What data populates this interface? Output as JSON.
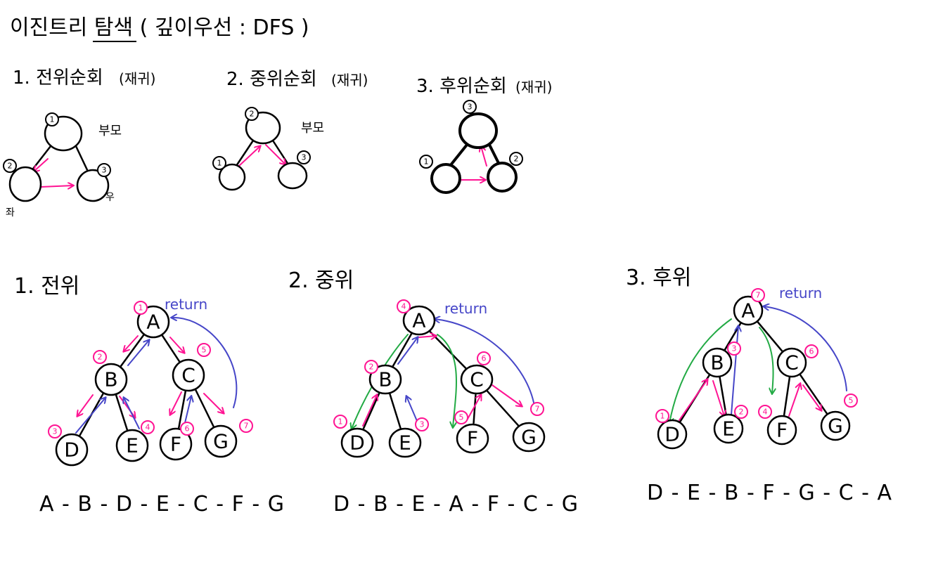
{
  "title": {
    "main": "이진트리 탐색 ( 깊이우선 : DFS )",
    "underlined": "탐색"
  },
  "legend": [
    {
      "heading": "1. 전위순회",
      "paren": "(재귀)",
      "parent_label": "부모",
      "left_label": "좌",
      "right_label": "우",
      "order": [
        "1",
        "2",
        "3"
      ]
    },
    {
      "heading": "2. 중위순회",
      "paren": "(재귀)",
      "parent_label": "부모",
      "order": [
        "2",
        "1",
        "3"
      ]
    },
    {
      "heading": "3. 후위순회",
      "paren": "(재귀)",
      "order": [
        "3",
        "1",
        "2"
      ]
    }
  ],
  "trees": [
    {
      "heading": "1. 전위",
      "return_label": "return",
      "sequence": "A - B - D - E - C - F - G",
      "order": {
        "A": "1",
        "B": "2",
        "D": "3",
        "E": "4",
        "C": "5",
        "F": "6",
        "G": "7"
      }
    },
    {
      "heading": "2. 중위",
      "return_label": "return",
      "sequence": "D - B - E - A - F - C - G",
      "order": {
        "D": "1",
        "B": "2",
        "E": "3",
        "A": "4",
        "F": "5",
        "C": "6",
        "G": "7"
      }
    },
    {
      "heading": "3. 후위",
      "return_label": "return",
      "sequence": "D - E - B - F - G - C - A",
      "order": {
        "D": "1",
        "E": "2",
        "B": "3",
        "F": "4",
        "G": "5",
        "C": "6",
        "A": "7"
      }
    }
  ],
  "node_names": [
    "A",
    "B",
    "C",
    "D",
    "E",
    "F",
    "G"
  ],
  "colors": {
    "ink": "#000000",
    "order_arrow": "#ff1493",
    "return_arrow": "#4646c8",
    "descend_arrow": "#22aa44",
    "badge": "#ff1493"
  }
}
